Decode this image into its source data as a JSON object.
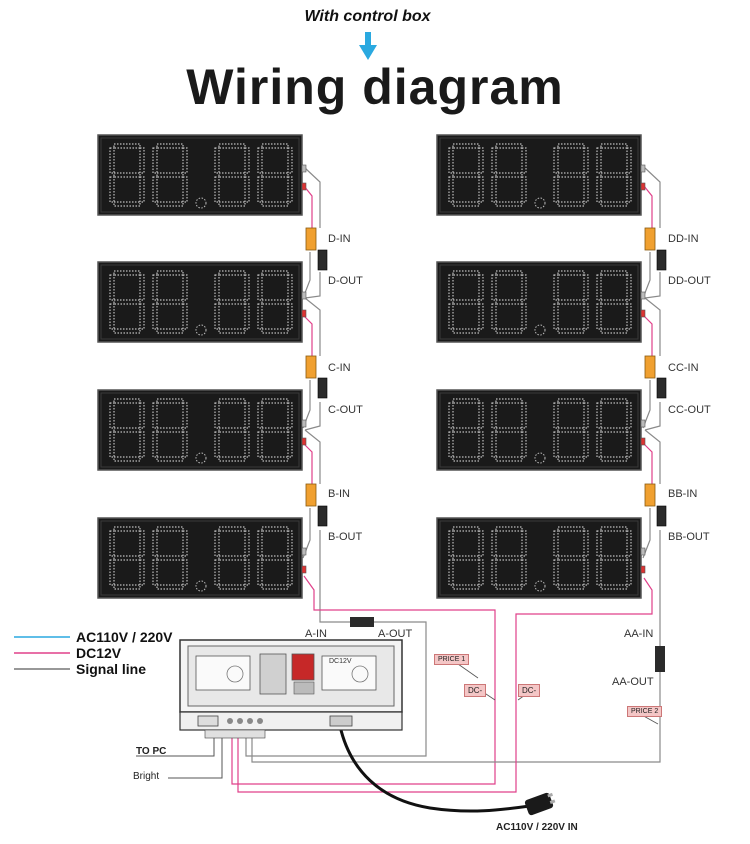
{
  "subtitle": "With control box",
  "title": "Wiring diagram",
  "left_column_labels": [
    {
      "in": "D-IN",
      "out": "D-OUT"
    },
    {
      "in": "C-IN",
      "out": "C-OUT"
    },
    {
      "in": "B-IN",
      "out": "B-OUT"
    }
  ],
  "right_column_labels": [
    {
      "in": "DD-IN",
      "out": "DD-OUT"
    },
    {
      "in": "CC-IN",
      "out": "CC-OUT"
    },
    {
      "in": "BB-IN",
      "out": "BB-OUT"
    }
  ],
  "control_box_labels": {
    "a_in": "A-IN",
    "a_out": "A-OUT",
    "aa_in": "AA-IN",
    "aa_out": "AA-OUT"
  },
  "tags": {
    "price1": "PRICE 1",
    "price2": "PRICE 2",
    "dc_minus": "DC-",
    "board_label": "DC12V"
  },
  "legend": [
    {
      "label": "AC110V / 220V",
      "color": "#2aa9e0"
    },
    {
      "label": "DC12V",
      "color": "#e0408a"
    },
    {
      "label": "Signal line",
      "color": "#777777"
    }
  ],
  "bottom_labels": {
    "to_pc": "TO PC",
    "bright": "Bright",
    "power_in": "AC110V / 220V  IN"
  },
  "colors": {
    "signal": "#8a8a8a",
    "power": "#e0408a",
    "ac": "#2aa9e0",
    "connector_in": "#f0a030",
    "connector_out": "#2b2b2b",
    "digit": "#bdbdbd",
    "panel": "#1a1a1a"
  }
}
